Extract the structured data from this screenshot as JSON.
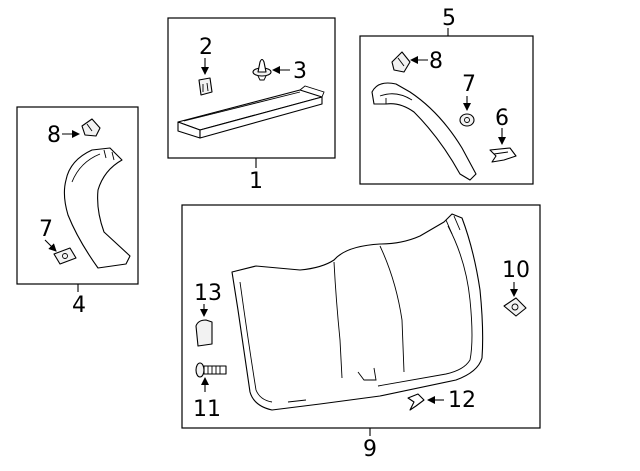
{
  "diagram": {
    "callouts": [
      {
        "id": "c1",
        "label": "1"
      },
      {
        "id": "c2",
        "label": "2"
      },
      {
        "id": "c3",
        "label": "3"
      },
      {
        "id": "c4",
        "label": "4"
      },
      {
        "id": "c5",
        "label": "5"
      },
      {
        "id": "c6",
        "label": "6"
      },
      {
        "id": "c7a",
        "label": "7"
      },
      {
        "id": "c7b",
        "label": "7"
      },
      {
        "id": "c8a",
        "label": "8"
      },
      {
        "id": "c8b",
        "label": "8"
      },
      {
        "id": "c9",
        "label": "9"
      },
      {
        "id": "c10",
        "label": "10"
      },
      {
        "id": "c11",
        "label": "11"
      },
      {
        "id": "c12",
        "label": "12"
      },
      {
        "id": "c13",
        "label": "13"
      }
    ]
  }
}
